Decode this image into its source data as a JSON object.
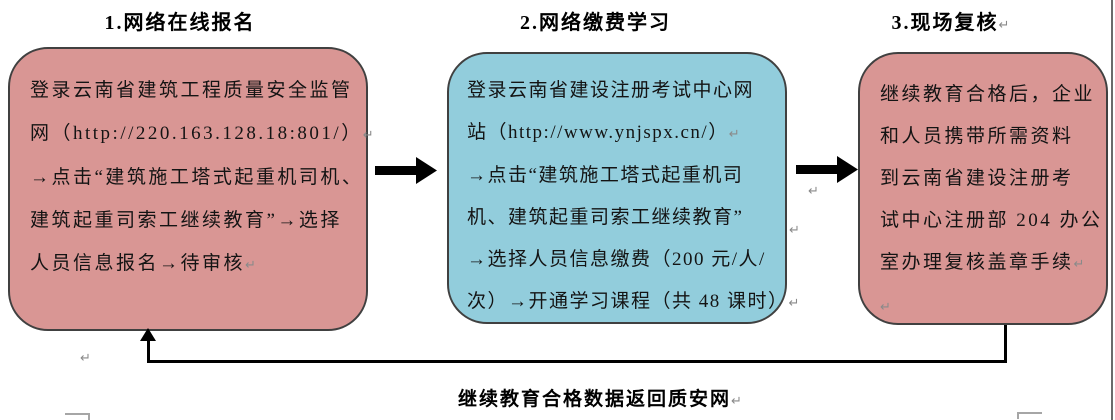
{
  "diagram": {
    "caption": "继续教育合格数据返回质安网↵",
    "paragraph_mark": "↵"
  },
  "colors": {
    "step_pink_fill": "#d99694",
    "step_blue_fill": "#92cddc",
    "box_border": "#404040",
    "connector": "#000000",
    "page_border": "#6b6b6b",
    "corner_mark": "#a6a6a6"
  },
  "steps": [
    {
      "title": "1.网络在线报名",
      "fill_color": "#d99694",
      "lines": [
        "登录云南省建筑工程质量安全监管",
        "网（http://220.163.128.18:801/）↵",
        "→点击“建筑施工塔式起重机司机、",
        "建筑起重司索工继续教育”→选择",
        "人员信息报名→待审核↵"
      ]
    },
    {
      "title": "2.网络缴费学习",
      "fill_color": "#92cddc",
      "lines": [
        "登录云南省建设注册考试中心网",
        "站（http://www.ynjspx.cn/）↵",
        "→点击“建筑施工塔式起重机司",
        "机、建筑起重司索工继续教育”",
        "→选择人员信息缴费（200 元/人/",
        "次）→开通学习课程（共 48 课时）↵"
      ]
    },
    {
      "title": "3.现场复核↵",
      "fill_color": "#d99694",
      "lines": [
        "继续教育合格后，企业",
        "和人员携带所需资料",
        "到云南省建设注册考",
        "试中心注册部 204 办公",
        "室办理复核盖章手续↵",
        "↵"
      ]
    }
  ]
}
